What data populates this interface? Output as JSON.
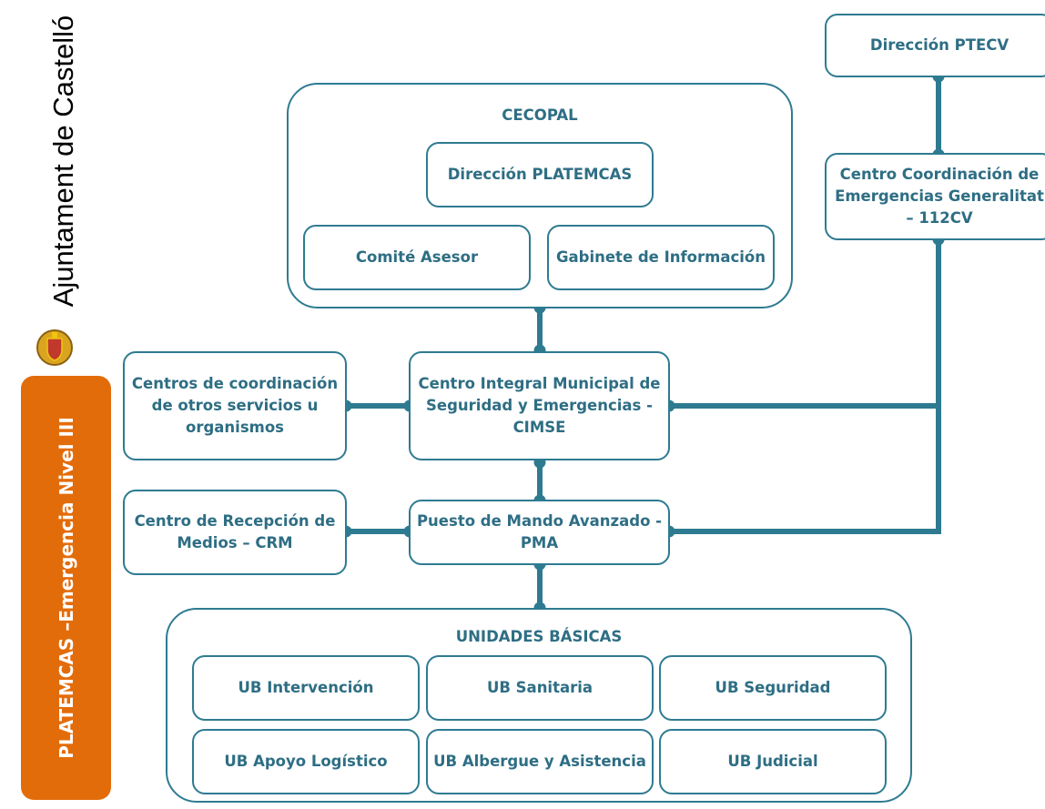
{
  "sidebar": {
    "city": "Ajuntament de Castelló",
    "level": "PLATEMCAS –Emergencia Nivel III",
    "crest_icon": "coat-of-arms-icon",
    "accent": "#e36c0a"
  },
  "colors": {
    "line": "#2e7b91",
    "text": "#2e6e84"
  },
  "nodes": {
    "ptecv": "Dirección PTECV",
    "ccv112": "Centro Coordinación de Emergencias Generalitat – 112CV",
    "cecopal": "CECOPAL",
    "platemcas": "Dirección PLATEMCAS",
    "comite": "Comité Asesor",
    "gabinete": "Gabinete de Información",
    "otros": "Centros de coordinación de otros servicios u organismos",
    "cimse": "Centro Integral Municipal de Seguridad y Emergencias - CIMSE",
    "crm": "Centro de Recepción de Medios – CRM",
    "pma": "Puesto de Mando Avanzado - PMA",
    "unidades": "UNIDADES BÁSICAS",
    "ub_intervencion": "UB Intervención",
    "ub_sanitaria": "UB Sanitaria",
    "ub_seguridad": "UB Seguridad",
    "ub_apoyo": "UB Apoyo Logístico",
    "ub_albergue": "UB Albergue y Asistencia",
    "ub_judicial": "UB Judicial"
  }
}
